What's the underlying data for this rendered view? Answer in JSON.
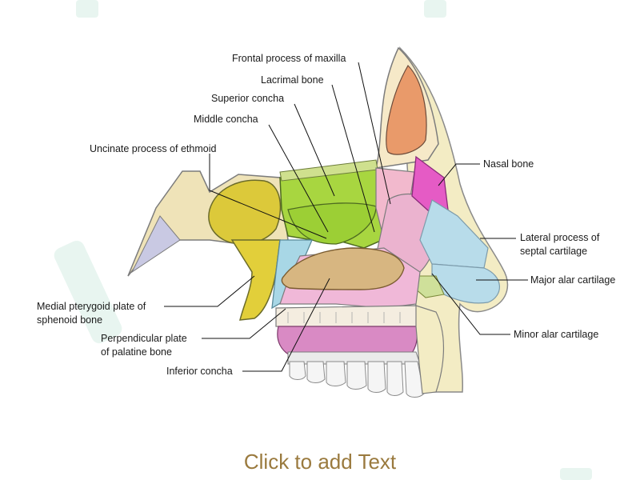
{
  "diagram": {
    "labels": {
      "frontal_process": "Frontal process of maxilla",
      "lacrimal": "Lacrimal bone",
      "superior_concha": "Superior concha",
      "middle_concha": "Middle concha",
      "uncinate": "Uncinate process of ethmoid",
      "nasal_bone": "Nasal bone",
      "lateral_process_1": "Lateral process of",
      "lateral_process_2": "septal cartilage",
      "major_alar": "Major alar cartilage",
      "minor_alar": "Minor alar cartilage",
      "medial_pterygoid_1": "Medial pterygoid plate of",
      "medial_pterygoid_2": "sphenoid bone",
      "perpendicular_1": "Perpendicular plate",
      "perpendicular_2": "of palatine bone",
      "inferior_concha": "Inferior concha"
    },
    "colors": {
      "maxilla": "#f0b8d8",
      "ethmoid": "#a8d640",
      "sphenoid": "#e2cf3a",
      "inferior_concha": "#d7b681",
      "palatine": "#a8d7e6",
      "nasal_bone": "#e55bc5",
      "cartilage": "#b8dcea",
      "frontal_sinus": "#e99a6a",
      "palate": "#d98ac4",
      "bone_edge": "#7c7c7c"
    }
  },
  "footer": {
    "text": "Click to add Text"
  }
}
